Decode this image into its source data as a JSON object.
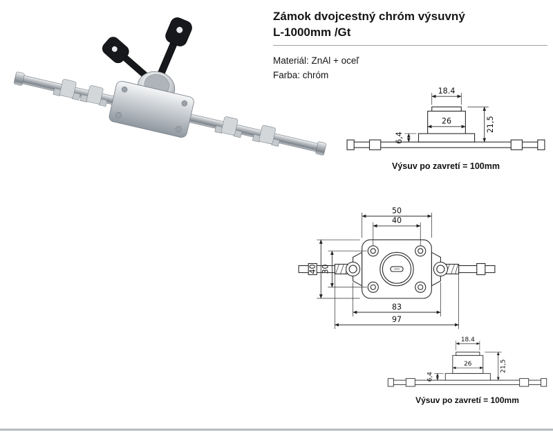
{
  "header": {
    "title_line1": "Zámok dvojcestný chróm výsuvný",
    "title_line2": "L-1000mm /Gt"
  },
  "specs": {
    "material": "Materiál: ZnAl + oceľ",
    "color": "Farba: chróm"
  },
  "side_view": {
    "dim_top_width": "18.4",
    "dim_body_width": "26",
    "dim_total_height": "21,5",
    "dim_base_height": "6,4",
    "caption": "Výsuv po zavretí = 100mm"
  },
  "front_view": {
    "dim_outer_width": "50",
    "dim_hole_spacing_h": "40",
    "dim_outer_height": "40",
    "dim_hole_spacing_v": "30",
    "dim_bracket_span": "83",
    "dim_total_span": "97"
  },
  "colors": {
    "divider": "#b7bbbf",
    "line": "#2b2b2b"
  }
}
